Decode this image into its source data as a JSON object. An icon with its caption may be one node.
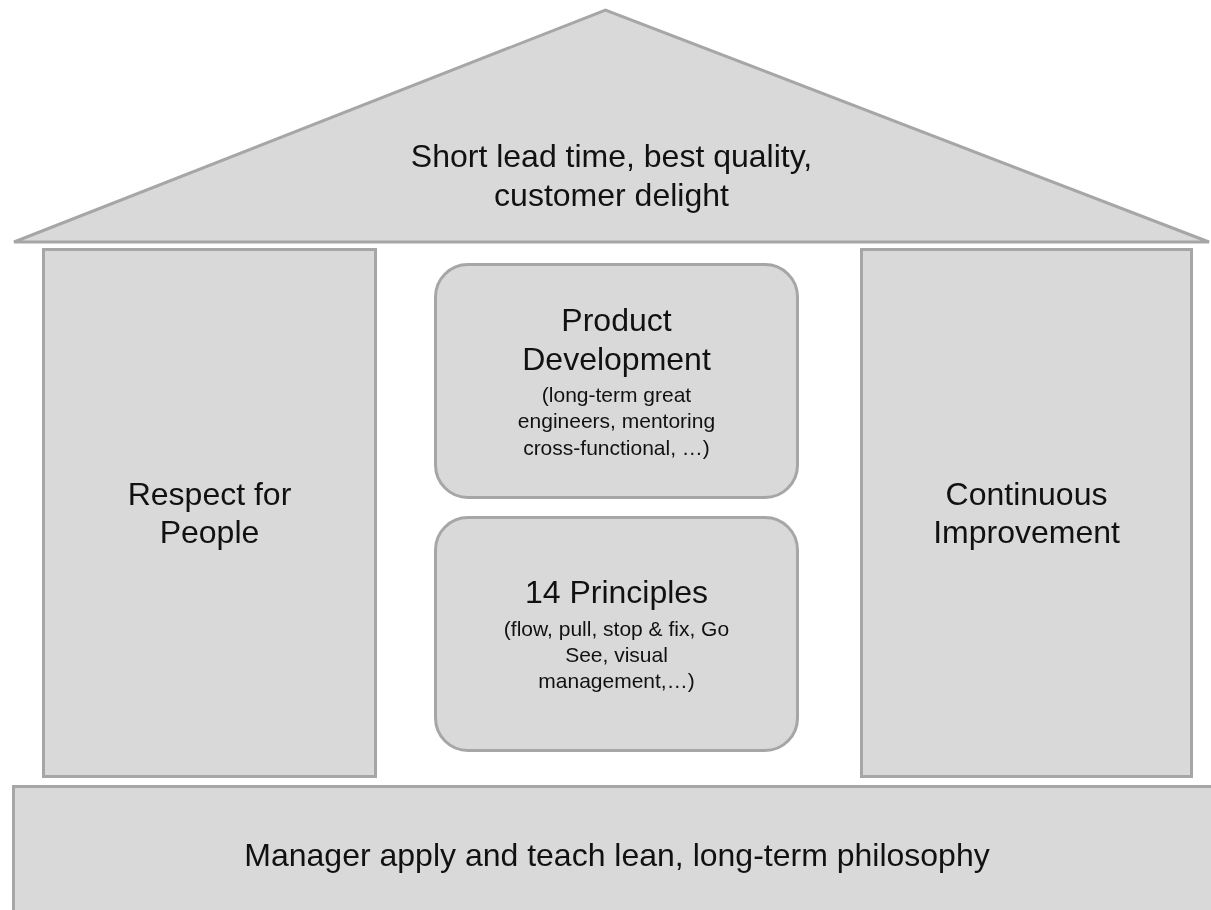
{
  "diagram": {
    "nodes": [
      {
        "text": [
          "Short lead time, best quality, customer delight"
        ]
      },
      {
        "text": [
          "Respect for People"
        ]
      },
      {
        "text": [
          "Product Development",
          "(long-term great engineers, mentoring cross-functional, …)"
        ]
      },
      {
        "text": [
          "14 Principles",
          "(flow, pull, stop & fix, Go See, visual management,…)"
        ]
      },
      {
        "text": [
          "Continuous Improvement"
        ]
      },
      {
        "text": [
          "Manager apply and teach lean, long-term philosophy"
        ]
      }
    ]
  }
}
